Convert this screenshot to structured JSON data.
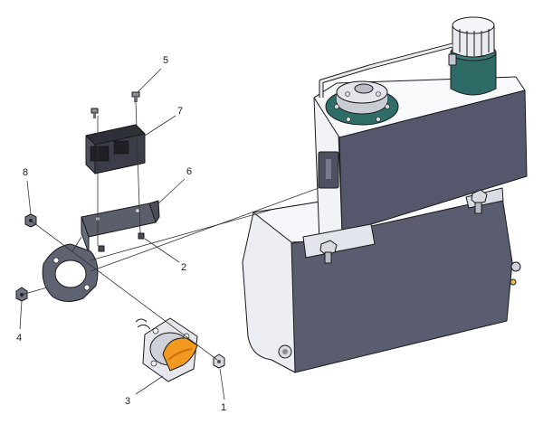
{
  "diagram": {
    "callouts": [
      {
        "id": "1",
        "label": "1"
      },
      {
        "id": "2",
        "label": "2"
      },
      {
        "id": "3",
        "label": "3"
      },
      {
        "id": "4",
        "label": "4"
      },
      {
        "id": "5",
        "label": "5"
      },
      {
        "id": "6",
        "label": "6"
      },
      {
        "id": "7",
        "label": "7"
      },
      {
        "id": "8",
        "label": "8"
      }
    ],
    "colors": {
      "tank_face": "#5b5e72",
      "tank_light": "#eef0f5",
      "cap_teal": "#2f6e6a",
      "connector_orange": "#f29a1f",
      "block_dark": "#3b3d48"
    }
  }
}
